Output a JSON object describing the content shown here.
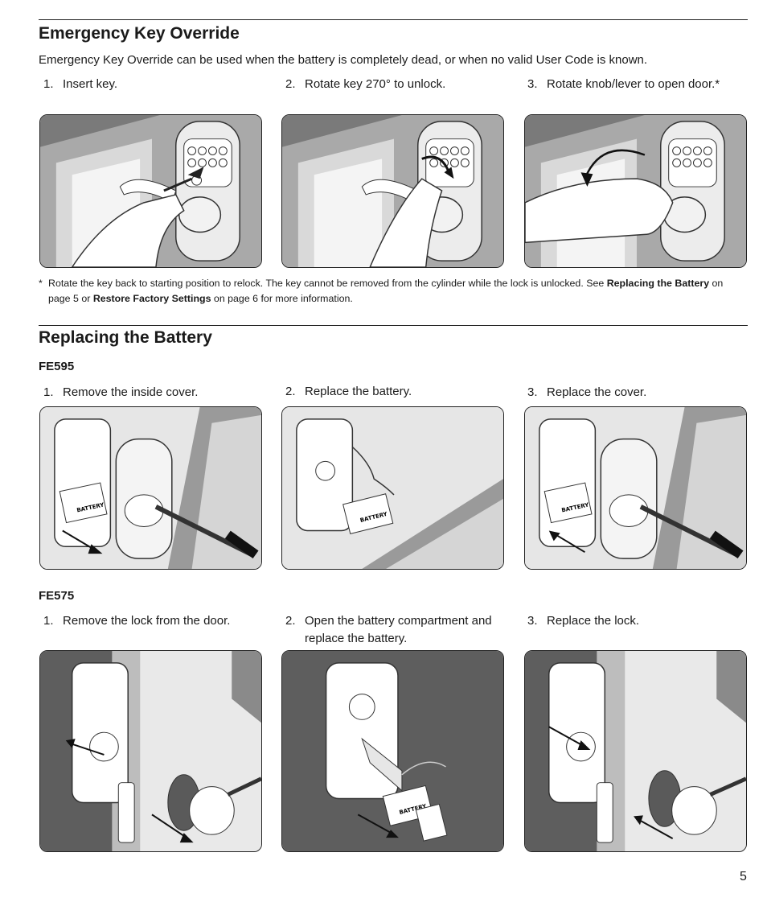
{
  "emergency": {
    "title": "Emergency Key Override",
    "intro": "Emergency Key Override can be used when the battery is completely dead, or when no valid User Code is known.",
    "steps": [
      {
        "num": "1.",
        "text": "Insert key."
      },
      {
        "num": "2.",
        "text": "Rotate key 270° to unlock."
      },
      {
        "num": "3.",
        "text": "Rotate knob/lever to open door.*"
      }
    ],
    "note": {
      "star": "*",
      "text1": "Rotate the key back to starting position to relock. The key cannot be removed from the cylinder while the lock is unlocked. See ",
      "link1": "Replacing the Battery",
      "text2": " on page 5 or ",
      "link2": "Restore Factory Settings",
      "text3": " on page 6 for more information."
    }
  },
  "battery": {
    "title": "Replacing the Battery",
    "fe595": {
      "model": "FE595",
      "steps": [
        {
          "num": "1.",
          "text": "Remove the inside cover."
        },
        {
          "num": "2.",
          "text": "Replace the battery."
        },
        {
          "num": "3.",
          "text": "Replace the cover."
        }
      ],
      "battery_label": "BATTERY"
    },
    "fe575": {
      "model": "FE575",
      "steps": [
        {
          "num": "1.",
          "text": "Remove the lock from the door."
        },
        {
          "num": "2.",
          "text": "Open the battery compartment and replace the battery."
        },
        {
          "num": "3.",
          "text": "Replace the lock."
        }
      ],
      "battery_label": "BATTERY"
    }
  },
  "page_number": "5"
}
